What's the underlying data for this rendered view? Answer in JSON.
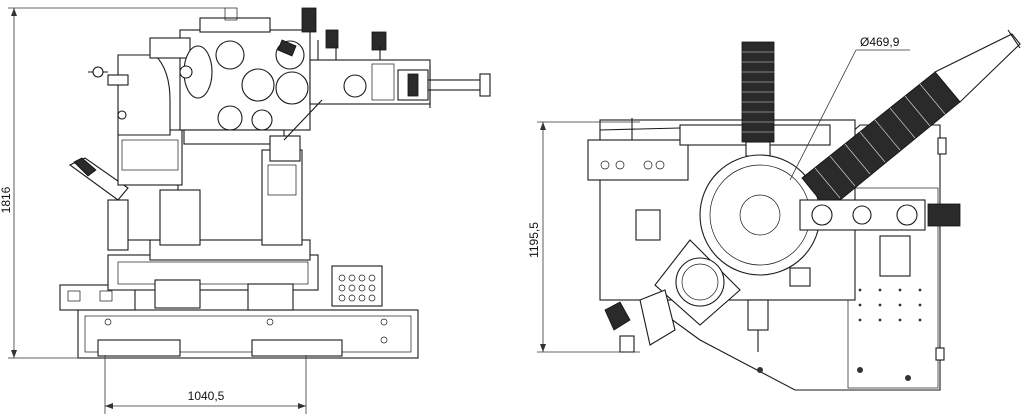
{
  "dimensions": {
    "height_left": "1816",
    "width_bottom": "1040,5",
    "height_right": "1195,5",
    "diameter": "Ø469,9"
  }
}
